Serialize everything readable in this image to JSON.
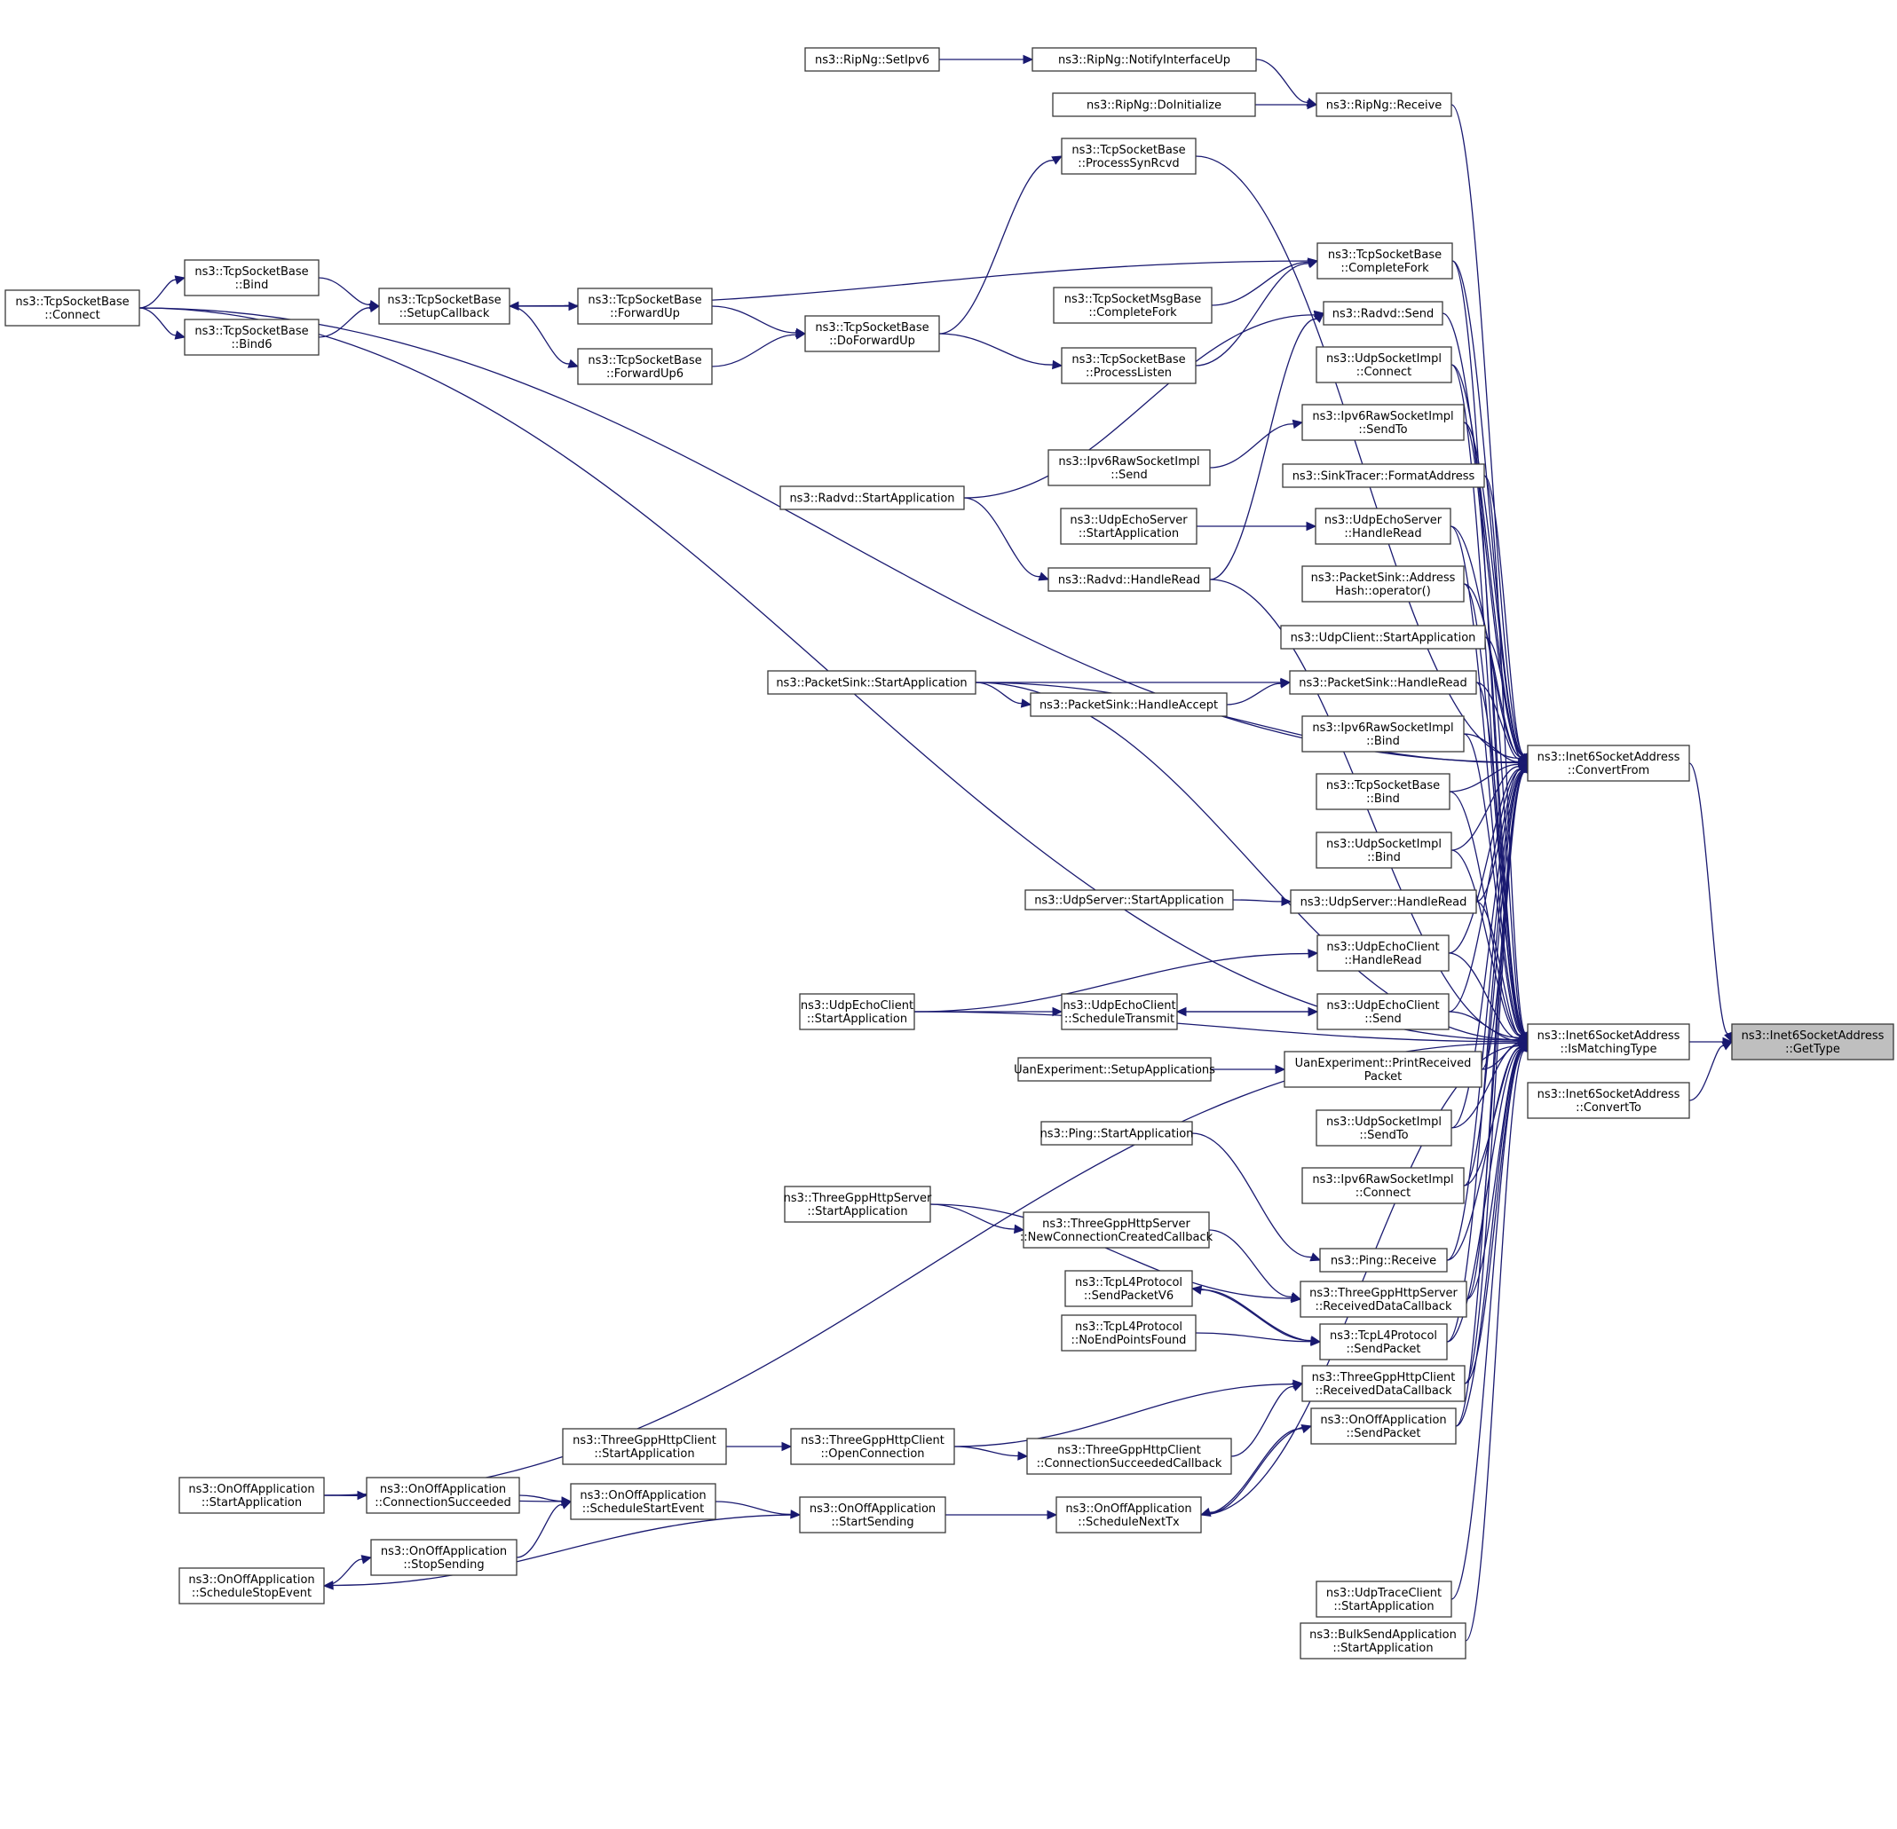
{
  "title": "ns3::Inet6SocketAddress::GetType caller graph",
  "colors": {
    "edge": "#191970",
    "focus_fill": "#bfbfbf",
    "node_fill": "#ffffff",
    "node_border": "#3a3a3a"
  },
  "nodes": {
    "getType": {
      "lines": [
        "ns3::Inet6SocketAddress",
        "::GetType"
      ],
      "focus": true
    },
    "convertFrom": {
      "lines": [
        "ns3::Inet6SocketAddress",
        "::ConvertFrom"
      ]
    },
    "isMatchingType": {
      "lines": [
        "ns3::Inet6SocketAddress",
        "::IsMatchingType"
      ]
    },
    "convertTo": {
      "lines": [
        "ns3::Inet6SocketAddress",
        "::ConvertTo"
      ]
    },
    "tcpConnect": {
      "lines": [
        "ns3::TcpSocketBase",
        "::Connect"
      ]
    },
    "tcpBind": {
      "lines": [
        "ns3::TcpSocketBase",
        "::Bind"
      ]
    },
    "tcpBind6": {
      "lines": [
        "ns3::TcpSocketBase",
        "::Bind6"
      ]
    },
    "setupCallback": {
      "lines": [
        "ns3::TcpSocketBase",
        "::SetupCallback"
      ]
    },
    "forwardUp": {
      "lines": [
        "ns3::TcpSocketBase",
        "::ForwardUp"
      ]
    },
    "forwardUp6": {
      "lines": [
        "ns3::TcpSocketBase",
        "::ForwardUp6"
      ]
    },
    "doForwardUp": {
      "lines": [
        "ns3::TcpSocketBase",
        "::DoForwardUp"
      ]
    },
    "processSynRcvd": {
      "lines": [
        "ns3::TcpSocketBase",
        "::ProcessSynRcvd"
      ]
    },
    "msgCompleteFork": {
      "lines": [
        "ns3::TcpSocketMsgBase",
        "::CompleteFork"
      ]
    },
    "processListen": {
      "lines": [
        "ns3::TcpSocketBase",
        "::ProcessListen"
      ]
    },
    "ripSetIpv6": {
      "lines": [
        "ns3::RipNg::SetIpv6"
      ]
    },
    "ripNotify": {
      "lines": [
        "ns3::RipNg::NotifyInterfaceUp"
      ]
    },
    "ripDoInit": {
      "lines": [
        "ns3::RipNg::DoInitialize"
      ]
    },
    "ripReceive": {
      "lines": [
        "ns3::RipNg::Receive"
      ]
    },
    "completeFork": {
      "lines": [
        "ns3::TcpSocketBase",
        "::CompleteFork"
      ]
    },
    "radvdSend": {
      "lines": [
        "ns3::Radvd::Send"
      ]
    },
    "udpImplConnect": {
      "lines": [
        "ns3::UdpSocketImpl",
        "::Connect"
      ]
    },
    "rawSendTo": {
      "lines": [
        "ns3::Ipv6RawSocketImpl",
        "::SendTo"
      ]
    },
    "sinkTracer": {
      "lines": [
        "ns3::SinkTracer::FormatAddress"
      ]
    },
    "echoServerRead": {
      "lines": [
        "ns3::UdpEchoServer",
        "::HandleRead"
      ]
    },
    "addrHash": {
      "lines": [
        "ns3::PacketSink::Address",
        "Hash::operator()"
      ]
    },
    "udpClientStart": {
      "lines": [
        "ns3::UdpClient::StartApplication"
      ]
    },
    "sinkHandleRead": {
      "lines": [
        "ns3::PacketSink::HandleRead"
      ]
    },
    "rawBind": {
      "lines": [
        "ns3::Ipv6RawSocketImpl",
        "::Bind"
      ]
    },
    "tcpBindR": {
      "lines": [
        "ns3::TcpSocketBase",
        "::Bind"
      ]
    },
    "udpImplBind": {
      "lines": [
        "ns3::UdpSocketImpl",
        "::Bind"
      ]
    },
    "udpServerRead": {
      "lines": [
        "ns3::UdpServer::HandleRead"
      ]
    },
    "echoClientRead": {
      "lines": [
        "ns3::UdpEchoClient",
        "::HandleRead"
      ]
    },
    "echoClientSend": {
      "lines": [
        "ns3::UdpEchoClient",
        "::Send"
      ]
    },
    "uanPrint": {
      "lines": [
        "UanExperiment::PrintReceived",
        "Packet"
      ]
    },
    "udpImplSendTo": {
      "lines": [
        "ns3::UdpSocketImpl",
        "::SendTo"
      ]
    },
    "rawConnect": {
      "lines": [
        "ns3::Ipv6RawSocketImpl",
        "::Connect"
      ]
    },
    "pingReceive": {
      "lines": [
        "ns3::Ping::Receive"
      ]
    },
    "httpServerRecv": {
      "lines": [
        "ns3::ThreeGppHttpServer",
        "::ReceivedDataCallback"
      ]
    },
    "l4SendPacket": {
      "lines": [
        "ns3::TcpL4Protocol",
        "::SendPacket"
      ]
    },
    "httpClientRecv": {
      "lines": [
        "ns3::ThreeGppHttpClient",
        "::ReceivedDataCallback"
      ]
    },
    "onoffSendPacket": {
      "lines": [
        "ns3::OnOffApplication",
        "::SendPacket"
      ]
    },
    "udpTraceStart": {
      "lines": [
        "ns3::UdpTraceClient",
        "::StartApplication"
      ]
    },
    "bulkSendStart": {
      "lines": [
        "ns3::BulkSendApplication",
        "::StartApplication"
      ]
    },
    "rawSend": {
      "lines": [
        "ns3::Ipv6RawSocketImpl",
        "::Send"
      ]
    },
    "echoServerStart": {
      "lines": [
        "ns3::UdpEchoServer",
        "::StartApplication"
      ]
    },
    "radvdHandleRead": {
      "lines": [
        "ns3::Radvd::HandleRead"
      ]
    },
    "radvdStart": {
      "lines": [
        "ns3::Radvd::StartApplication"
      ]
    },
    "sinkStart": {
      "lines": [
        "ns3::PacketSink::StartApplication"
      ]
    },
    "sinkAccept": {
      "lines": [
        "ns3::PacketSink::HandleAccept"
      ]
    },
    "udpServerStart": {
      "lines": [
        "ns3::UdpServer::StartApplication"
      ]
    },
    "echoClientStart": {
      "lines": [
        "ns3::UdpEchoClient",
        "::StartApplication"
      ]
    },
    "scheduleTransmit": {
      "lines": [
        "ns3::UdpEchoClient",
        "::ScheduleTransmit"
      ]
    },
    "uanSetup": {
      "lines": [
        "UanExperiment::SetupApplications"
      ]
    },
    "pingStart": {
      "lines": [
        "ns3::Ping::StartApplication"
      ]
    },
    "httpServerStart": {
      "lines": [
        "ns3::ThreeGppHttpServer",
        "::StartApplication"
      ]
    },
    "newConnCb": {
      "lines": [
        "ns3::ThreeGppHttpServer",
        "::NewConnectionCreatedCallback"
      ]
    },
    "sendPacketV6": {
      "lines": [
        "ns3::TcpL4Protocol",
        "::SendPacketV6"
      ]
    },
    "noEndPoints": {
      "lines": [
        "ns3::TcpL4Protocol",
        "::NoEndPointsFound"
      ]
    },
    "httpClientStart": {
      "lines": [
        "ns3::ThreeGppHttpClient",
        "::StartApplication"
      ]
    },
    "openConnection": {
      "lines": [
        "ns3::ThreeGppHttpClient",
        "::OpenConnection"
      ]
    },
    "connSuccCb": {
      "lines": [
        "ns3::ThreeGppHttpClient",
        "::ConnectionSucceededCallback"
      ]
    },
    "onoffStart": {
      "lines": [
        "ns3::OnOffApplication",
        "::StartApplication"
      ]
    },
    "onoffConnSucc": {
      "lines": [
        "ns3::OnOffApplication",
        "::ConnectionSucceeded"
      ]
    },
    "onoffSchedStart": {
      "lines": [
        "ns3::OnOffApplication",
        "::ScheduleStartEvent"
      ]
    },
    "onoffStartSending": {
      "lines": [
        "ns3::OnOffApplication",
        "::StartSending"
      ]
    },
    "onoffSchedNextTx": {
      "lines": [
        "ns3::OnOffApplication",
        "::ScheduleNextTx"
      ]
    },
    "onoffStopSending": {
      "lines": [
        "ns3::OnOffApplication",
        "::StopSending"
      ]
    },
    "onoffSchedStop": {
      "lines": [
        "ns3::OnOffApplication",
        "::ScheduleStopEvent"
      ]
    }
  },
  "edges": [
    [
      "convertFrom",
      "getType"
    ],
    [
      "isMatchingType",
      "getType"
    ],
    [
      "convertTo",
      "getType"
    ],
    [
      "tcpConnect",
      "tcpBind"
    ],
    [
      "tcpConnect",
      "tcpBind6"
    ],
    [
      "tcpBind",
      "setupCallback"
    ],
    [
      "tcpBind6",
      "setupCallback"
    ],
    [
      "setupCallback",
      "forwardUp"
    ],
    [
      "setupCallback",
      "forwardUp6"
    ],
    [
      "forwardUp",
      "doForwardUp"
    ],
    [
      "forwardUp6",
      "doForwardUp"
    ],
    [
      "doForwardUp",
      "processSynRcvd"
    ],
    [
      "doForwardUp",
      "processListen"
    ],
    [
      "completeFork",
      "setupCallback"
    ],
    [
      "msgCompleteFork",
      "completeFork"
    ],
    [
      "processListen",
      "completeFork"
    ],
    [
      "ripSetIpv6",
      "ripNotify"
    ],
    [
      "ripNotify",
      "ripReceive"
    ],
    [
      "ripDoInit",
      "ripReceive"
    ],
    [
      "radvdStart",
      "radvdSend"
    ],
    [
      "radvdStart",
      "radvdHandleRead"
    ],
    [
      "radvdHandleRead",
      "radvdSend"
    ],
    [
      "rawSend",
      "rawSendTo"
    ],
    [
      "echoServerStart",
      "echoServerRead"
    ],
    [
      "sinkStart",
      "sinkHandleRead"
    ],
    [
      "sinkStart",
      "sinkAccept"
    ],
    [
      "sinkAccept",
      "sinkHandleRead"
    ],
    [
      "udpServerStart",
      "udpServerRead"
    ],
    [
      "echoClientStart",
      "echoClientRead"
    ],
    [
      "echoClientStart",
      "scheduleTransmit"
    ],
    [
      "scheduleTransmit",
      "echoClientSend"
    ],
    [
      "echoClientSend",
      "scheduleTransmit"
    ],
    [
      "uanSetup",
      "uanPrint"
    ],
    [
      "pingStart",
      "pingReceive"
    ],
    [
      "httpServerStart",
      "newConnCb"
    ],
    [
      "newConnCb",
      "httpServerRecv"
    ],
    [
      "httpServerStart",
      "httpServerRecv"
    ],
    [
      "l4SendPacket",
      "sendPacketV6"
    ],
    [
      "noEndPoints",
      "l4SendPacket"
    ],
    [
      "sendPacketV6",
      "l4SendPacket"
    ],
    [
      "httpClientStart",
      "openConnection"
    ],
    [
      "openConnection",
      "connSuccCb"
    ],
    [
      "connSuccCb",
      "httpClientRecv"
    ],
    [
      "openConnection",
      "httpClientRecv"
    ],
    [
      "onoffStart",
      "onoffConnSucc"
    ],
    [
      "onoffStart",
      "onoffSchedStart"
    ],
    [
      "onoffConnSucc",
      "onoffSchedStart"
    ],
    [
      "onoffStopSending",
      "onoffSchedStart"
    ],
    [
      "onoffSchedStart",
      "onoffStartSending"
    ],
    [
      "onoffStartSending",
      "onoffSchedNextTx"
    ],
    [
      "onoffSchedNextTx",
      "onoffSendPacket"
    ],
    [
      "onoffSendPacket",
      "onoffSchedNextTx"
    ],
    [
      "onoffStartSending",
      "onoffSchedStop"
    ],
    [
      "onoffSchedStop",
      "onoffStopSending"
    ],
    [
      "ripReceive",
      "convertFrom"
    ],
    [
      "processSynRcvd",
      "convertFrom"
    ],
    [
      "completeFork",
      "convertFrom"
    ],
    [
      "radvdSend",
      "convertFrom"
    ],
    [
      "udpImplConnect",
      "convertFrom"
    ],
    [
      "rawSendTo",
      "convertFrom"
    ],
    [
      "sinkTracer",
      "convertFrom"
    ],
    [
      "echoServerRead",
      "convertFrom"
    ],
    [
      "addrHash",
      "convertFrom"
    ],
    [
      "udpClientStart",
      "convertFrom"
    ],
    [
      "sinkHandleRead",
      "convertFrom"
    ],
    [
      "rawBind",
      "convertFrom"
    ],
    [
      "tcpBindR",
      "convertFrom"
    ],
    [
      "udpImplBind",
      "convertFrom"
    ],
    [
      "udpServerRead",
      "convertFrom"
    ],
    [
      "echoClientRead",
      "convertFrom"
    ],
    [
      "echoClientSend",
      "convertFrom"
    ],
    [
      "uanPrint",
      "convertFrom"
    ],
    [
      "udpImplSendTo",
      "convertFrom"
    ],
    [
      "rawConnect",
      "convertFrom"
    ],
    [
      "pingReceive",
      "convertFrom"
    ],
    [
      "httpServerRecv",
      "convertFrom"
    ],
    [
      "l4SendPacket",
      "convertFrom"
    ],
    [
      "httpClientRecv",
      "convertFrom"
    ],
    [
      "onoffSendPacket",
      "convertFrom"
    ],
    [
      "tcpConnect",
      "convertFrom"
    ],
    [
      "sinkStart",
      "convertFrom"
    ],
    [
      "completeFork",
      "isMatchingType"
    ],
    [
      "udpImplConnect",
      "isMatchingType"
    ],
    [
      "rawSendTo",
      "isMatchingType"
    ],
    [
      "sinkTracer",
      "isMatchingType"
    ],
    [
      "echoServerRead",
      "isMatchingType"
    ],
    [
      "addrHash",
      "isMatchingType"
    ],
    [
      "udpClientStart",
      "isMatchingType"
    ],
    [
      "sinkHandleRead",
      "isMatchingType"
    ],
    [
      "rawBind",
      "isMatchingType"
    ],
    [
      "tcpBindR",
      "isMatchingType"
    ],
    [
      "udpImplBind",
      "isMatchingType"
    ],
    [
      "udpServerRead",
      "isMatchingType"
    ],
    [
      "echoClientRead",
      "isMatchingType"
    ],
    [
      "echoClientSend",
      "isMatchingType"
    ],
    [
      "uanPrint",
      "isMatchingType"
    ],
    [
      "udpImplSendTo",
      "isMatchingType"
    ],
    [
      "rawConnect",
      "isMatchingType"
    ],
    [
      "pingReceive",
      "isMatchingType"
    ],
    [
      "httpServerRecv",
      "isMatchingType"
    ],
    [
      "l4SendPacket",
      "isMatchingType"
    ],
    [
      "httpClientRecv",
      "isMatchingType"
    ],
    [
      "onoffSendPacket",
      "isMatchingType"
    ],
    [
      "udpTraceStart",
      "isMatchingType"
    ],
    [
      "bulkSendStart",
      "isMatchingType"
    ],
    [
      "radvdHandleRead",
      "isMatchingType"
    ],
    [
      "echoClientStart",
      "isMatchingType"
    ],
    [
      "onoffStart",
      "isMatchingType"
    ],
    [
      "onoffSchedNextTx",
      "isMatchingType"
    ],
    [
      "tcpConnect",
      "isMatchingType"
    ],
    [
      "sinkStart",
      "isMatchingType"
    ]
  ]
}
